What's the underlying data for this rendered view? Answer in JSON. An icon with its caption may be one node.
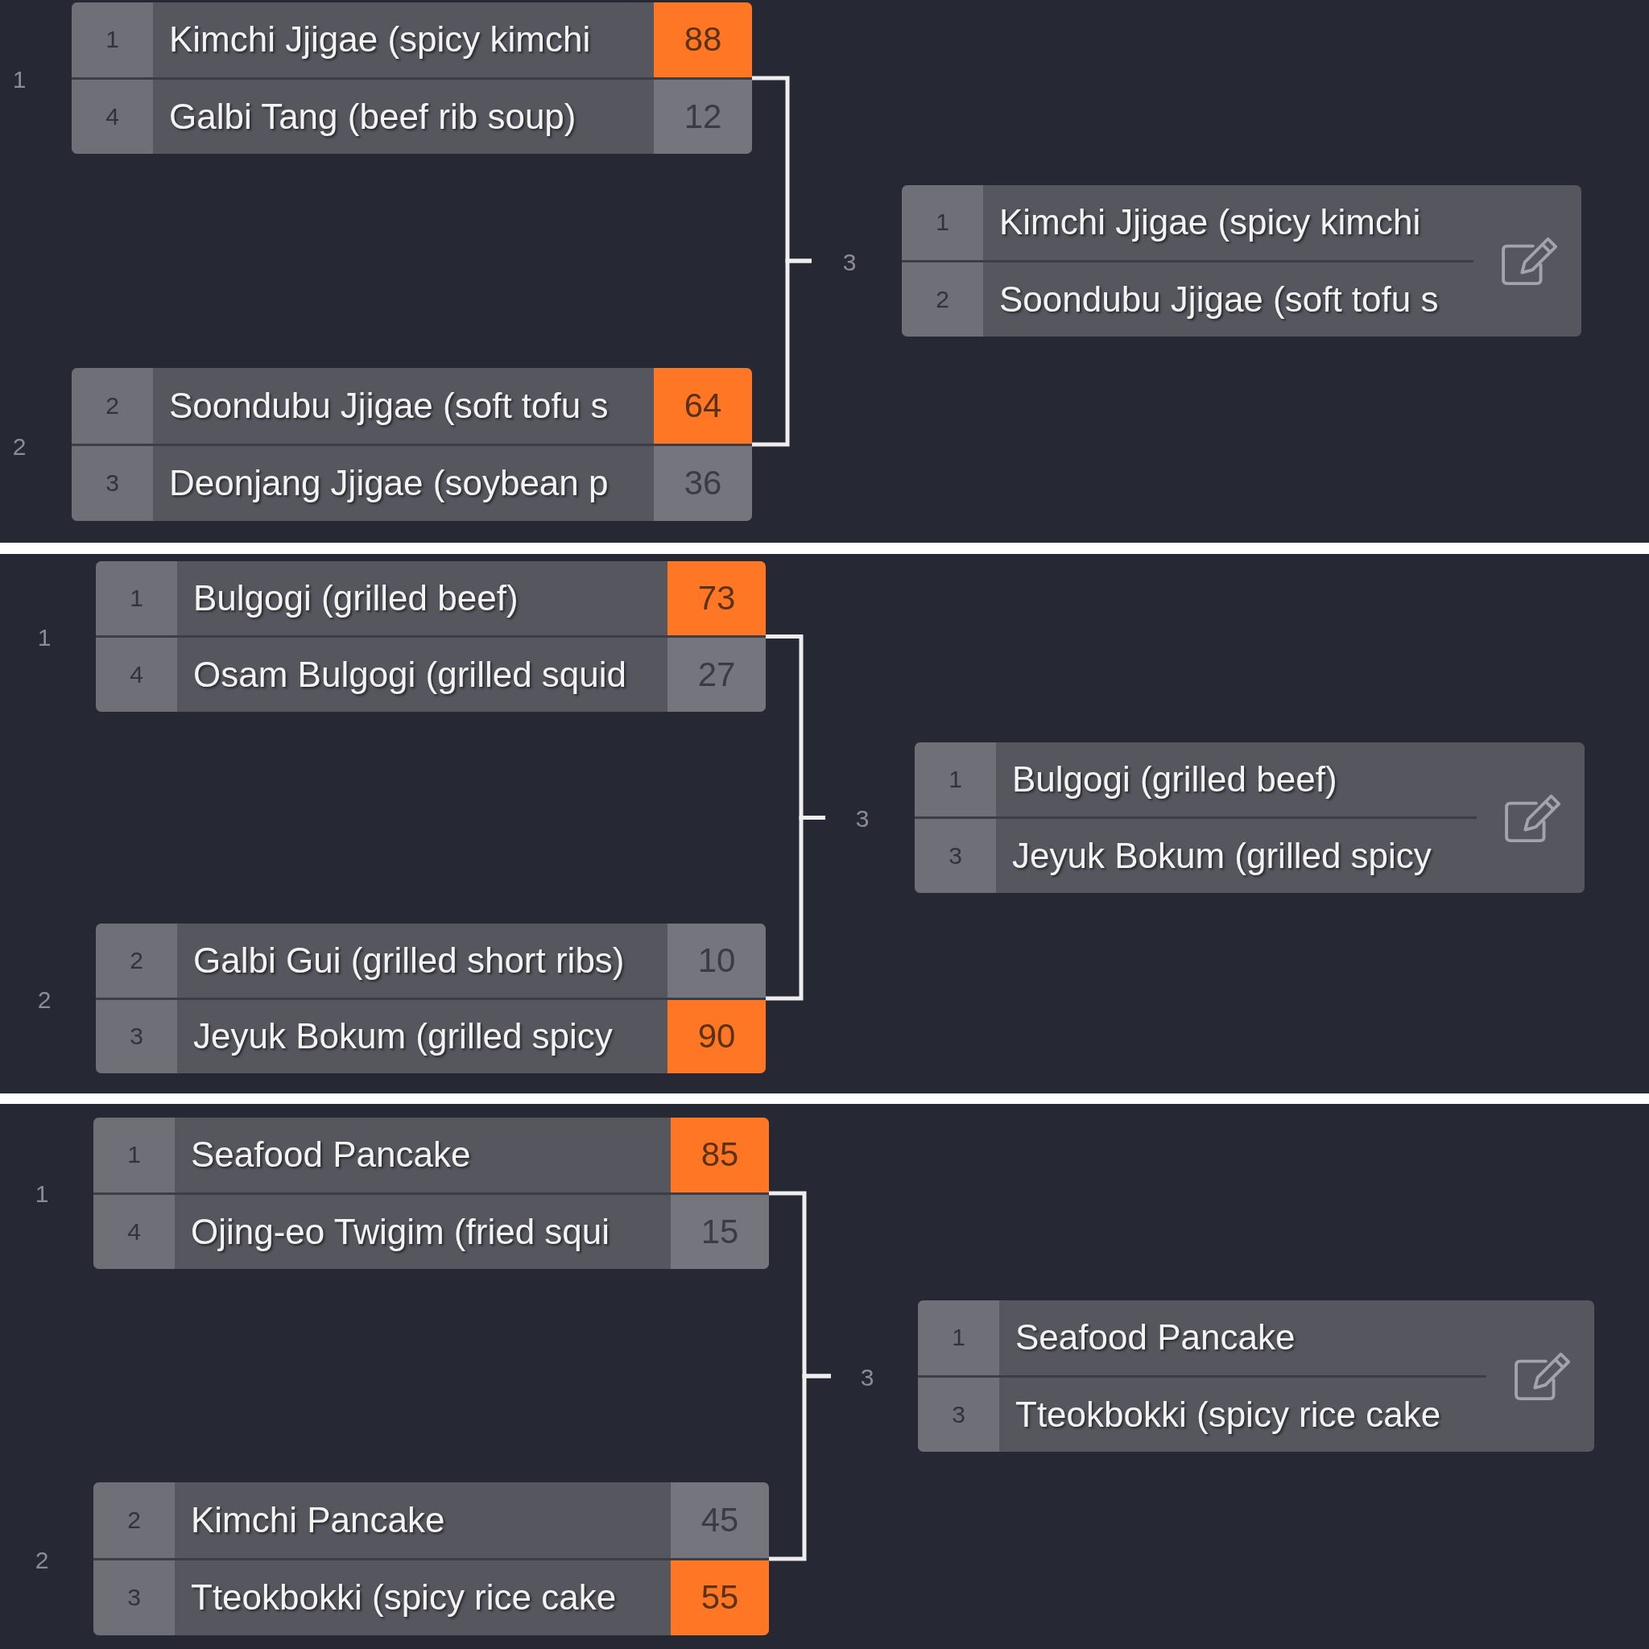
{
  "diagram": {
    "nodes": [
      {
        "text": [],
        "shape": "box"
      },
      {
        "text": [
          "1",
          "Kimchi Jjigae (spicy kimchi",
          "88",
          "4",
          "Galbi Tang (beef rib soup)",
          "12"
        ],
        "in": 0,
        "beside": [
          "1"
        ]
      },
      {
        "text": [
          "2",
          "Soondubu Jjigae (soft tofu s",
          "64",
          "3",
          "Deonjang Jjigae (soybean p",
          "36"
        ],
        "in": 0,
        "beside": [
          "2"
        ]
      },
      {
        "text": [
          "1",
          "Kimchi Jjigae (spicy kimchi",
          "2",
          "Soondubu Jjigae (soft tofu s"
        ],
        "in": 0,
        "beside": [
          "3"
        ]
      },
      {
        "text": [],
        "shape": "box"
      },
      {
        "text": [
          "1",
          "Bulgogi (grilled beef)",
          "73",
          "4",
          "Osam Bulgogi (grilled squid",
          "27"
        ],
        "in": 4,
        "beside": [
          "1"
        ]
      },
      {
        "text": [
          "2",
          "Galbi Gui (grilled short ribs)",
          "10",
          "3",
          "Jeyuk Bokum (grilled spicy",
          "90"
        ],
        "in": 4,
        "beside": [
          "2"
        ]
      },
      {
        "text": [
          "1",
          "Bulgogi (grilled beef)",
          "3",
          "Jeyuk Bokum (grilled spicy"
        ],
        "in": 4,
        "beside": [
          "3"
        ]
      },
      {
        "text": [],
        "shape": "box"
      },
      {
        "text": [
          "1",
          "Seafood Pancake",
          "85",
          "4",
          "Ojing-eo Twigim (fried squi",
          "15"
        ],
        "in": 8,
        "beside": [
          "1"
        ]
      },
      {
        "text": [
          "2",
          "Kimchi Pancake",
          "45",
          "3",
          "Tteokbokki (spicy rice cake",
          "55"
        ],
        "in": 8,
        "beside": [
          "2"
        ]
      },
      {
        "text": [
          "1",
          "Seafood Pancake",
          "3",
          "Tteokbokki (spicy rice cake"
        ],
        "in": 8,
        "beside": [
          "3"
        ]
      }
    ],
    "edges": [
      {
        "from": 1,
        "to": 3,
        "arrow": "none"
      },
      {
        "from": 2,
        "to": 3,
        "arrow": "none"
      },
      {
        "from": 5,
        "to": 7,
        "arrow": "none"
      },
      {
        "from": 6,
        "to": 7,
        "arrow": "none"
      },
      {
        "from": 9,
        "to": 11,
        "arrow": "none"
      },
      {
        "from": 10,
        "to": 11,
        "arrow": "none"
      }
    ]
  }
}
